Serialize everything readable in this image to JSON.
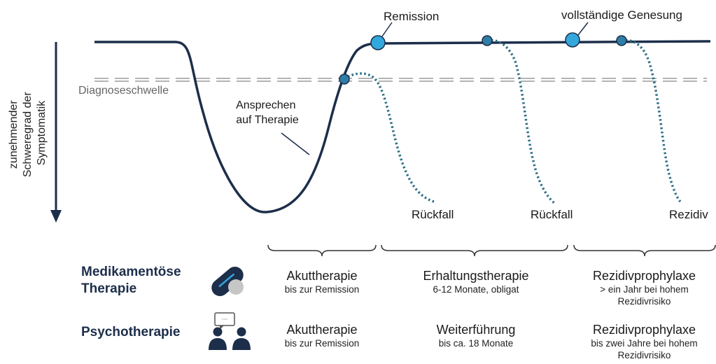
{
  "diagram": {
    "y_axis_label": [
      "zunehmender",
      "Schweregrad der",
      "Symptomatik"
    ],
    "threshold_label": "Diagnoseschwelle",
    "annotations": {
      "remission": "Remission",
      "full_recovery": "vollständige Genesung",
      "response": [
        "Ansprechen",
        "auf Therapie"
      ]
    },
    "outcomes": [
      "Rückfall",
      "Rückfall",
      "Rezidiv"
    ],
    "colors": {
      "curve": "#1c2e4a",
      "dotted": "#2f6f84",
      "dot_small": "#2f7ea8",
      "dot_large": "#33a8dd",
      "threshold": "#b3b3b3",
      "arrow": "#1c2e4a"
    }
  },
  "rows": [
    {
      "label": [
        "Medikamentöse",
        "Therapie"
      ],
      "icon": "pill-icon",
      "phases": [
        {
          "title": "Akuttherapie",
          "detail": [
            "bis zur Remission"
          ]
        },
        {
          "title": "Erhaltungstherapie",
          "detail": [
            "6-12 Monate, obligat"
          ]
        },
        {
          "title": "Rezidivprophylaxe",
          "detail": [
            "> ein Jahr bei hohem",
            "Rezidivrisiko"
          ]
        }
      ]
    },
    {
      "label": [
        "Psychotherapie"
      ],
      "icon": "therapy-conversation-icon",
      "phases": [
        {
          "title": "Akuttherapie",
          "detail": [
            "bis zur Remission"
          ]
        },
        {
          "title": "Weiterführung",
          "detail": [
            "bis ca. 18 Monate"
          ]
        },
        {
          "title": "Rezidivprophylaxe",
          "detail": [
            "bis zwei Jahre bei hohem",
            "Rezidivrisiko"
          ]
        }
      ]
    }
  ]
}
